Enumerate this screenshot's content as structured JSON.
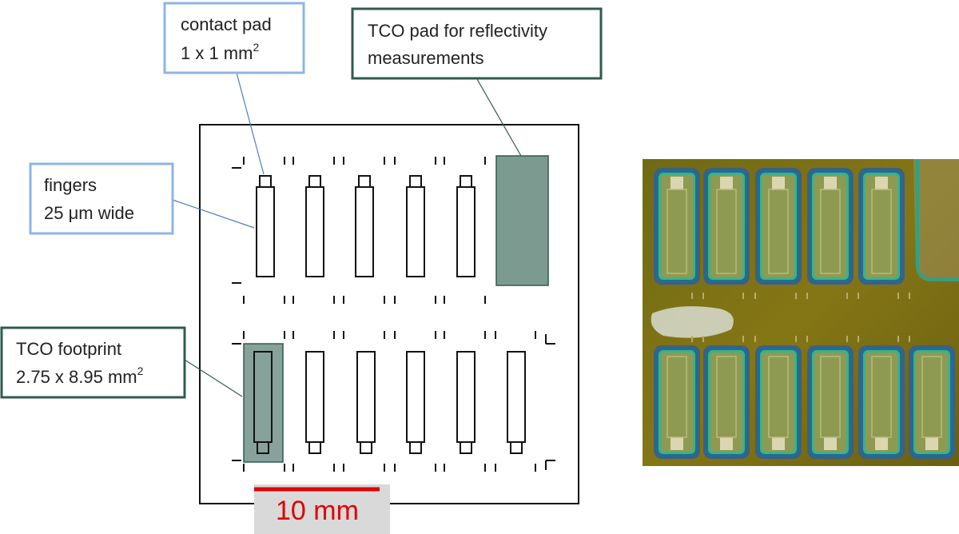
{
  "callouts": {
    "contact_pad": {
      "line1": "contact pad",
      "line2": "1 x 1 mm",
      "sup": "2"
    },
    "tco_pad": {
      "line1": "TCO pad for reflectivity",
      "line2": "measurements"
    },
    "fingers": {
      "line1": "fingers",
      "line2": "25 μm wide"
    },
    "tco_footprint": {
      "line1": "TCO footprint",
      "line2": "2.75 x 8.95 mm",
      "sup": "2"
    }
  },
  "scale_bar": {
    "label": "10 mm"
  },
  "colors": {
    "blue_box": "#8eb4e3",
    "green_box": "#2f5a4f",
    "tco_fill": "#7d9a91",
    "scale_red": "#e00000",
    "scale_bg": "#d9d9d9",
    "photo_bg": "#7a6d12"
  }
}
